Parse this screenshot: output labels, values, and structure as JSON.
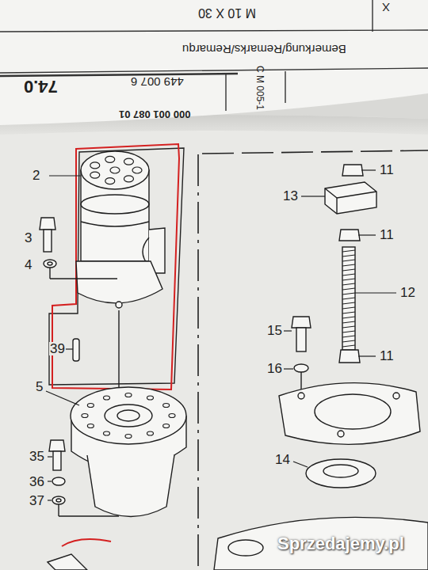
{
  "diagram": {
    "labels": [
      "M 10 X 30",
      "X",
      "Bemerkung/Remarks/Remarqu",
      "74.0",
      "449 007 6",
      "C M 005-1",
      "000 001 087 01",
      "2",
      "3",
      "4",
      "39",
      "5",
      "35",
      "36",
      "37",
      "11",
      "13",
      "11",
      "12",
      "11",
      "15",
      "16",
      "14",
      "Sprzedajemy.pl"
    ]
  }
}
